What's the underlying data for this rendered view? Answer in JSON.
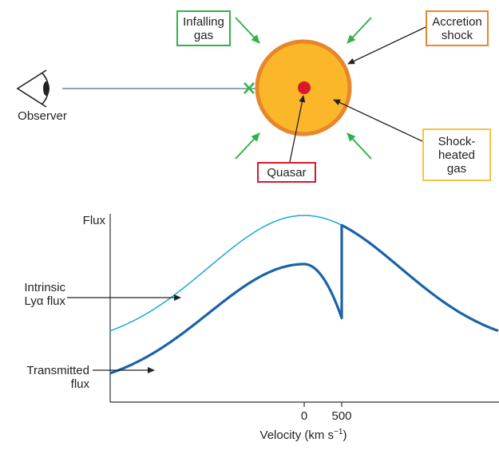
{
  "colors": {
    "infall_arrow": "#2db34a",
    "infall_box": "#2db34a",
    "shock_ring": "#e8862a",
    "shock_box": "#e8862a",
    "heated_fill": "#fbb62a",
    "heated_box": "#f5c542",
    "quasar_dot": "#d7192a",
    "quasar_box": "#d7192a",
    "sightline": "#8fa6b8",
    "absorption_mark": "#2db34a",
    "intrinsic_curve": "#19a6e0",
    "transmitted_curve": "#1a63a8",
    "axis": "#333333"
  },
  "diagram": {
    "labels": {
      "infalling_gas": [
        "Infalling",
        "gas"
      ],
      "accretion_shock": [
        "Accretion",
        "shock"
      ],
      "shock_heated_gas": [
        "Shock-",
        "heated",
        "gas"
      ],
      "quasar": "Quasar",
      "observer": "Observer"
    },
    "icons": {
      "observer": "eye-icon",
      "absorption": "x-mark-icon"
    }
  },
  "chart_data": {
    "type": "line",
    "title": "",
    "ylabel": "Flux",
    "xlabel": "Velocity (km s",
    "xlabel_sup": "−1",
    "xlabel_close": ")",
    "x_ticks": [
      "0",
      "500"
    ],
    "series": [
      {
        "name": "Intrinsic Lyα flux",
        "label_lines": [
          "Intrinsic",
          "Lyα flux"
        ],
        "kind": "intrinsic"
      },
      {
        "name": "Transmitted flux",
        "label_lines": [
          "Transmitted",
          "flux"
        ],
        "kind": "transmitted"
      }
    ],
    "shock_velocity": 500
  }
}
